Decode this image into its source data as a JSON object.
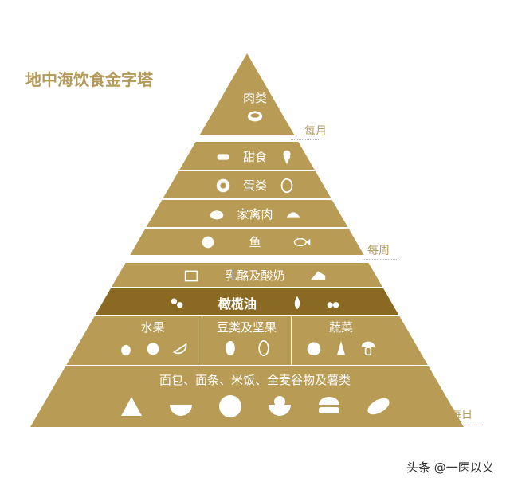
{
  "title": "地中海饮食金字塔",
  "tiers": {
    "meat": "肉类",
    "sweets": "甜食",
    "eggs": "蛋类",
    "poultry": "家禽肉",
    "fish": "鱼",
    "dairy": "乳酪及酸奶",
    "olive_oil": "橄榄油",
    "fruit": "水果",
    "legumes": "豆类及坚果",
    "vegetables": "蔬菜",
    "grains": "面包、面条、米饭、全麦谷物及薯类"
  },
  "frequency": {
    "monthly": "每月",
    "weekly": "每周",
    "daily": "每日"
  },
  "watermark": "头条 @一医以义",
  "colors": {
    "gold": "#b89b54",
    "olive_band": "#8a6a22",
    "label": "#b39a5a"
  }
}
